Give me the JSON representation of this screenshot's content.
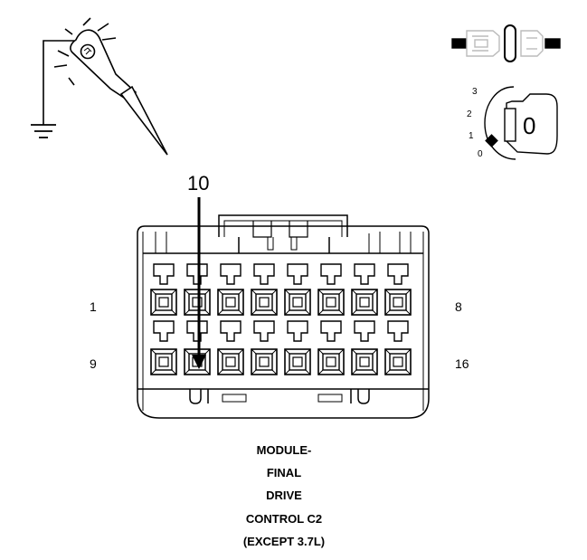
{
  "callout": {
    "pin": "10"
  },
  "pin_labels": {
    "top_left": "1",
    "top_right": "8",
    "bottom_left": "9",
    "bottom_right": "16"
  },
  "ignition_key": {
    "positions": [
      "3",
      "2",
      "1",
      "0"
    ],
    "face": "0"
  },
  "caption": [
    "MODULE-",
    "FINAL",
    "DRIVE",
    "CONTROL C2",
    "(EXCEPT 3.7L)"
  ],
  "icons": [
    "test-light-probe-icon",
    "ground-symbol-icon",
    "connector-disconnected-icon",
    "ignition-key-icon"
  ],
  "colors": {
    "line": "#000000",
    "fill": "#ffffff"
  }
}
